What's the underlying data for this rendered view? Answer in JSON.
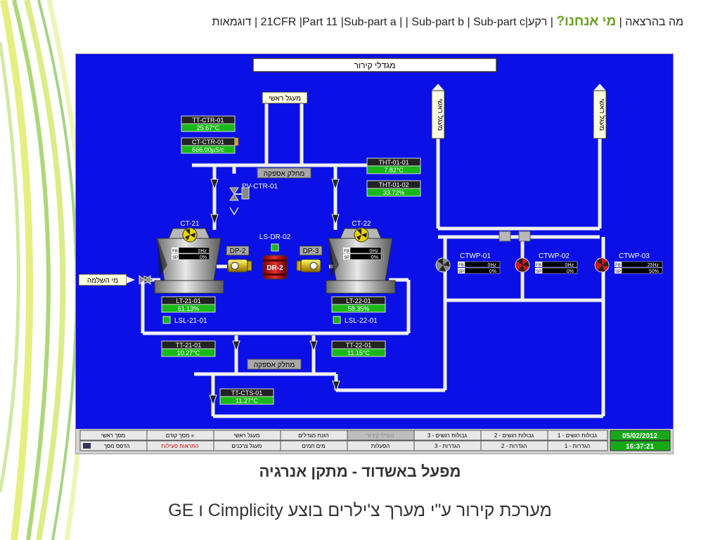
{
  "nav": {
    "item1": "מה בהרצאה",
    "sep": "|",
    "who": "מי אנחנו?",
    "item3": "רקע",
    "item4": "21CFR",
    "item5": "Part 11",
    "item6": "Sub-part a",
    "item7": "Sub-part b",
    "item8": "Sub-part c",
    "item9": "דוגמאות"
  },
  "screen": {
    "title": "מגדלי קירור",
    "main_circuit_top": "מעגל ראשי",
    "main_circuit_right1": "מעגל ראשי",
    "main_circuit_right2": "מעגל ראשי",
    "supply_manifold": "מחלק אספקה",
    "return_manifold": "מחלק אספקה",
    "makeup_water": "מי השלמה",
    "tags": {
      "tt_ctr_01": {
        "name": "TT-CTR-01",
        "value": "25.67°C"
      },
      "ct_ctr_01": {
        "name": "CT-CTR-01",
        "value": "666.00µS/c"
      },
      "tht_01_01": {
        "name": "THT-01-01",
        "value": "7.82°C"
      },
      "tht_01_02": {
        "name": "THT-01-02",
        "value": "33.72%"
      },
      "lt_21_01": {
        "name": "LT-21-01",
        "value": "61.13%"
      },
      "lt_22_01": {
        "name": "LT-22-01",
        "value": "58.35%"
      },
      "tt_21_01": {
        "name": "TT-21-01",
        "value": "10.27°C"
      },
      "tt_22_01": {
        "name": "TT-22-01",
        "value": "11.15°C"
      },
      "tt_cts_01": {
        "name": "TT-CTS-01",
        "value": "11.27°C"
      }
    },
    "labels": {
      "pv_ctr": "PV-CTR-01",
      "ct21": "CT-21",
      "ct22": "CT-22",
      "ls_dr": "LS-DR-02",
      "dp2": "DP-2",
      "dp3": "DP-3",
      "dr2": "DR-2",
      "lsl21": "LSL-21-01",
      "lsl22": "LSL-22-01",
      "ctwp01": "CTWP-01",
      "ctwp02": "CTWP-02",
      "ctwp03": "CTWP-03",
      "fb": "FB",
      "sp": "SP"
    },
    "fan_ct21": {
      "fb": "0Hz",
      "sp": "0%"
    },
    "fan_ct22": {
      "fb": "0Hz",
      "sp": "0%"
    },
    "pump_ctwp01": {
      "fb": "0Hz",
      "sp": "0%"
    },
    "pump_ctwp02": {
      "fb": "0Hz",
      "sp": "0%"
    },
    "pump_ctwp03": {
      "fb": "25Hz",
      "sp": "50%"
    },
    "buttons": {
      "main_screen": "מסך ראשי",
      "prev_screen": "מסך קודם »",
      "main_circuit": "מעגל ראשי",
      "tower_feed": "הזנת מגדלים",
      "cooling_towers": "מגדלי קירור",
      "cold_limits3": "גבולות רגשים - 3",
      "cold_limits2": "גבולות רגשים - 2",
      "cold_limits1": "גבולות רגשים - 1",
      "print_screen": "הדפס מסך",
      "active_alarms": "התראות פעילות",
      "consumers": "מעגל צרכנים",
      "hot_water": "מים חמים",
      "operations": "הפעלות",
      "settings3": "הגדרות - 3",
      "settings2": "הגדרות - 2",
      "settings1": "הגדרות - 1"
    },
    "date": "05/02/2012",
    "time": "16:37:21"
  },
  "caption": {
    "line1": "מפעל באשדוד - מתקן אנרגיה",
    "line2": "מערכת קירור ע\"י מערך צ'ילרים בוצע Cimplicity ו GE"
  },
  "colors": {
    "screen_bg": "#0a10e6",
    "tag_green": "#18b818",
    "accent_green": "#6aa121",
    "pipe": "#f0f0f0"
  }
}
